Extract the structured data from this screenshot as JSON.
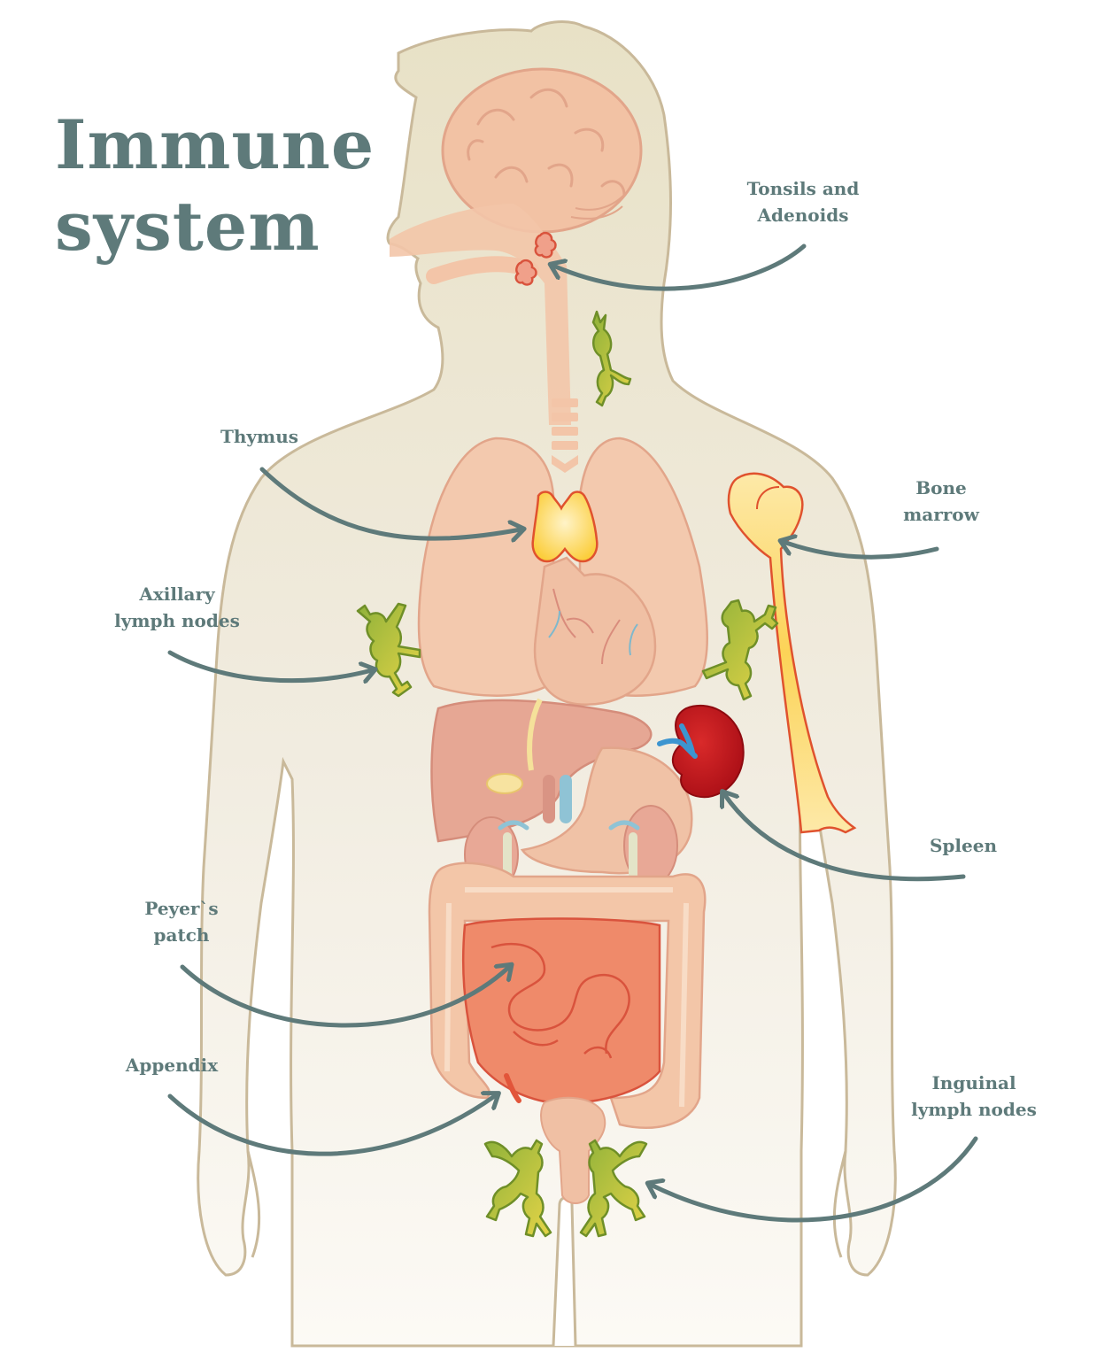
{
  "title": {
    "line1": "Immune",
    "line2": "system"
  },
  "colors": {
    "text": "#5e7a7a",
    "arrow": "#5e7a7a",
    "body_fill": "#ebe5d2",
    "body_stroke": "#c9b99a",
    "organ_pink": "#f2c3a5",
    "lymph_green": "#9fb83a",
    "spleen_red": "#c0141c",
    "bone_yellow": "#fde59a",
    "thymus_yellow": "#fcd65a",
    "intestine_orange": "#ef8060"
  },
  "labels": [
    {
      "id": "tonsils",
      "line1": "Tonsils and",
      "line2": "Adenoids"
    },
    {
      "id": "thymus",
      "line1": "Thymus",
      "line2": ""
    },
    {
      "id": "bone-marrow",
      "line1": "Bone",
      "line2": "marrow"
    },
    {
      "id": "axillary",
      "line1": "Axillary",
      "line2": "lymph nodes"
    },
    {
      "id": "spleen",
      "line1": "Spleen",
      "line2": ""
    },
    {
      "id": "peyers",
      "line1": "Peyer`s",
      "line2": "patch"
    },
    {
      "id": "appendix",
      "line1": "Appendix",
      "line2": ""
    },
    {
      "id": "inguinal",
      "line1": "Inguinal",
      "line2": "lymph nodes"
    }
  ]
}
